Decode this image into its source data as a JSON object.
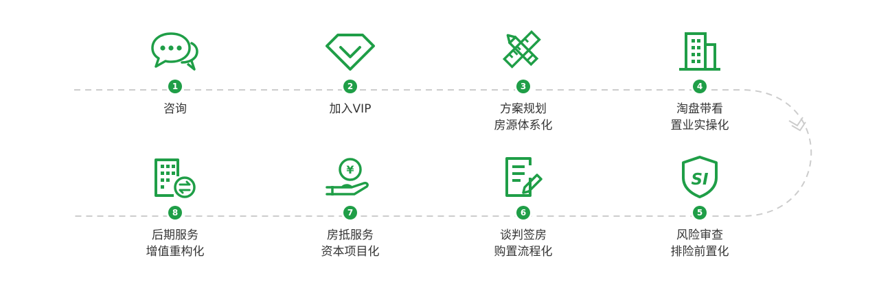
{
  "colors": {
    "accent": "#1f9e47",
    "path": "#cccccc",
    "text": "#333333"
  },
  "flow_direction": "left-to-right on top row, then right-to-left on bottom row",
  "steps": [
    {
      "number": "1",
      "icon": "chat-bubbles-icon",
      "lines": [
        "咨询"
      ]
    },
    {
      "number": "2",
      "icon": "vip-diamond-icon",
      "lines": [
        "加入VIP"
      ]
    },
    {
      "number": "3",
      "icon": "ruler-pencil-icon",
      "lines": [
        "方案规划",
        "房源体系化"
      ]
    },
    {
      "number": "4",
      "icon": "building-icon",
      "lines": [
        "淘盘带看",
        "置业实操化"
      ]
    },
    {
      "number": "5",
      "icon": "shield-si-icon",
      "lines": [
        "风险审查",
        "排险前置化"
      ]
    },
    {
      "number": "6",
      "icon": "document-pen-icon",
      "lines": [
        "谈判签房",
        "购置流程化"
      ]
    },
    {
      "number": "7",
      "icon": "hand-coin-icon",
      "lines": [
        "房抵服务",
        "资本项目化"
      ],
      "coin_symbol": "¥"
    },
    {
      "number": "8",
      "icon": "building-exchange-icon",
      "lines": [
        "后期服务",
        "增值重构化"
      ]
    }
  ]
}
